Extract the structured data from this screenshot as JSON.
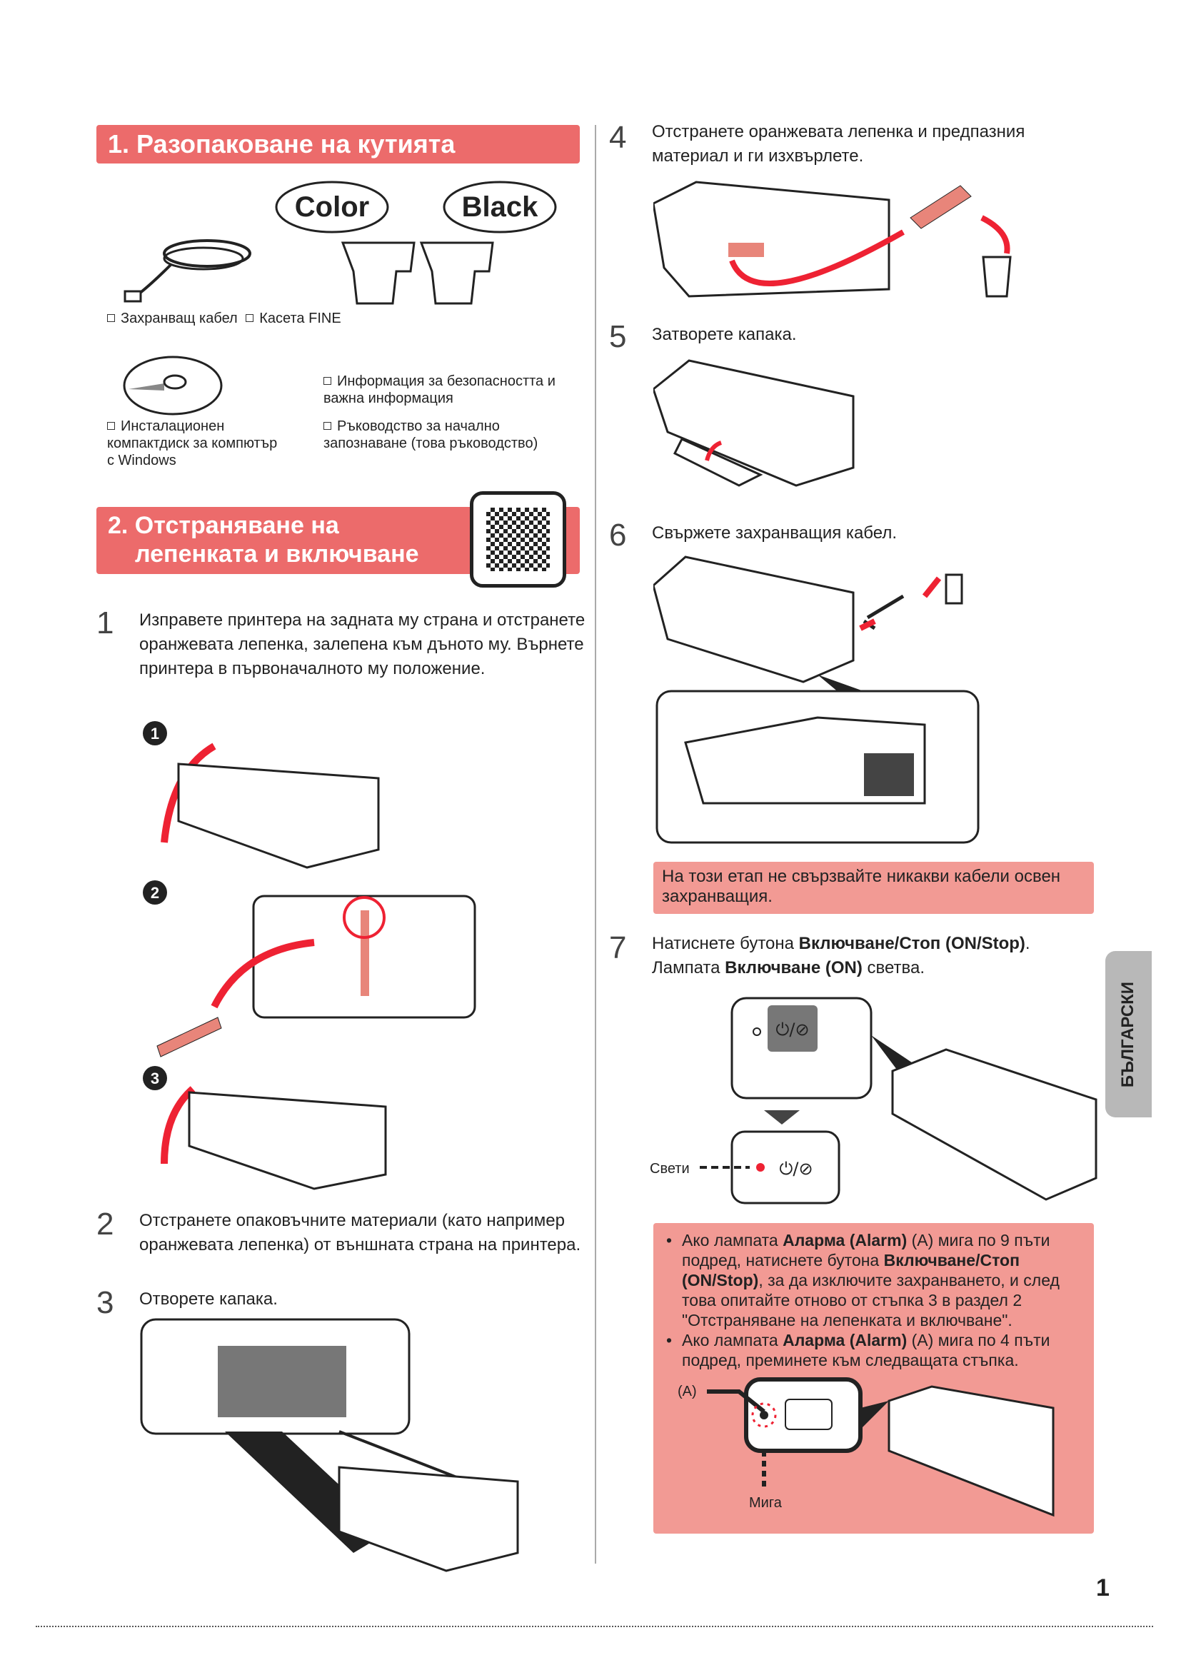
{
  "section1": {
    "title": "1. Разопаковане на кутията",
    "ink_labels": [
      "Color",
      "Black"
    ],
    "items": [
      "Захранващ кабел",
      "Касета FINE",
      "Инсталационен компактдиск за компютър с Windows",
      "Информация за безопасността и важна информация",
      "Ръководство за начално запознаване (това ръководство)"
    ]
  },
  "section2": {
    "title_line1": "2. Отстраняване на",
    "title_line2": "лепенката и включване",
    "steps": [
      {
        "num": "1",
        "text": "Изправете принтера на задната му страна и отстранете оранжевата лепенка, залепена към дъното му. Върнете принтера в първоначалното му положение.",
        "substeps": [
          "1",
          "2",
          "3"
        ]
      },
      {
        "num": "2",
        "text": "Отстранете опаковъчните материали (като например оранжевата лепенка) от външната страна на принтера."
      },
      {
        "num": "3",
        "text": "Отворете капака."
      }
    ]
  },
  "right": {
    "steps": [
      {
        "num": "4",
        "text": "Отстранете оранжевата лепенка и предпазния материал и ги изхвърлете."
      },
      {
        "num": "5",
        "text": "Затворете капака."
      },
      {
        "num": "6",
        "text": "Свържете захранващия кабел."
      },
      {
        "num": "7",
        "text_a": "Натиснете бутона ",
        "bold_a": "Включване/Стоп (ON/Stop)",
        "text_b": ".",
        "text_c": "Лампата ",
        "bold_c": "Включване (ON)",
        "text_d": " светва."
      }
    ],
    "warning": "На този етап не свързвайте никакви кабели освен захранващия.",
    "lit_label": "Свети",
    "note": {
      "b1_a": "Ако лампата ",
      "b1_bold1": "Аларма (Alarm)",
      "b1_b": " (A) мига по 9 пъти подред, натиснете бутона ",
      "b1_bold2": "Включване/Стоп (ON/Stop)",
      "b1_c": ", за да изключите захранването, и след това опитайте отново от стъпка 3 в раздел 2 \"Отстраняване на лепенката и включване\".",
      "b2_a": "Ако лампата ",
      "b2_bold": "Аларма (Alarm)",
      "b2_b": " (A) мига по 4 пъти подред, преминете към следващата стъпка.",
      "a_label": "(A)",
      "blink_label": "Мига"
    }
  },
  "side_tab": "БЪЛГАРСКИ",
  "page_number": "1",
  "colors": {
    "header": "#ec6b6b",
    "box": "#f29a94",
    "tape": "#e8857a"
  }
}
